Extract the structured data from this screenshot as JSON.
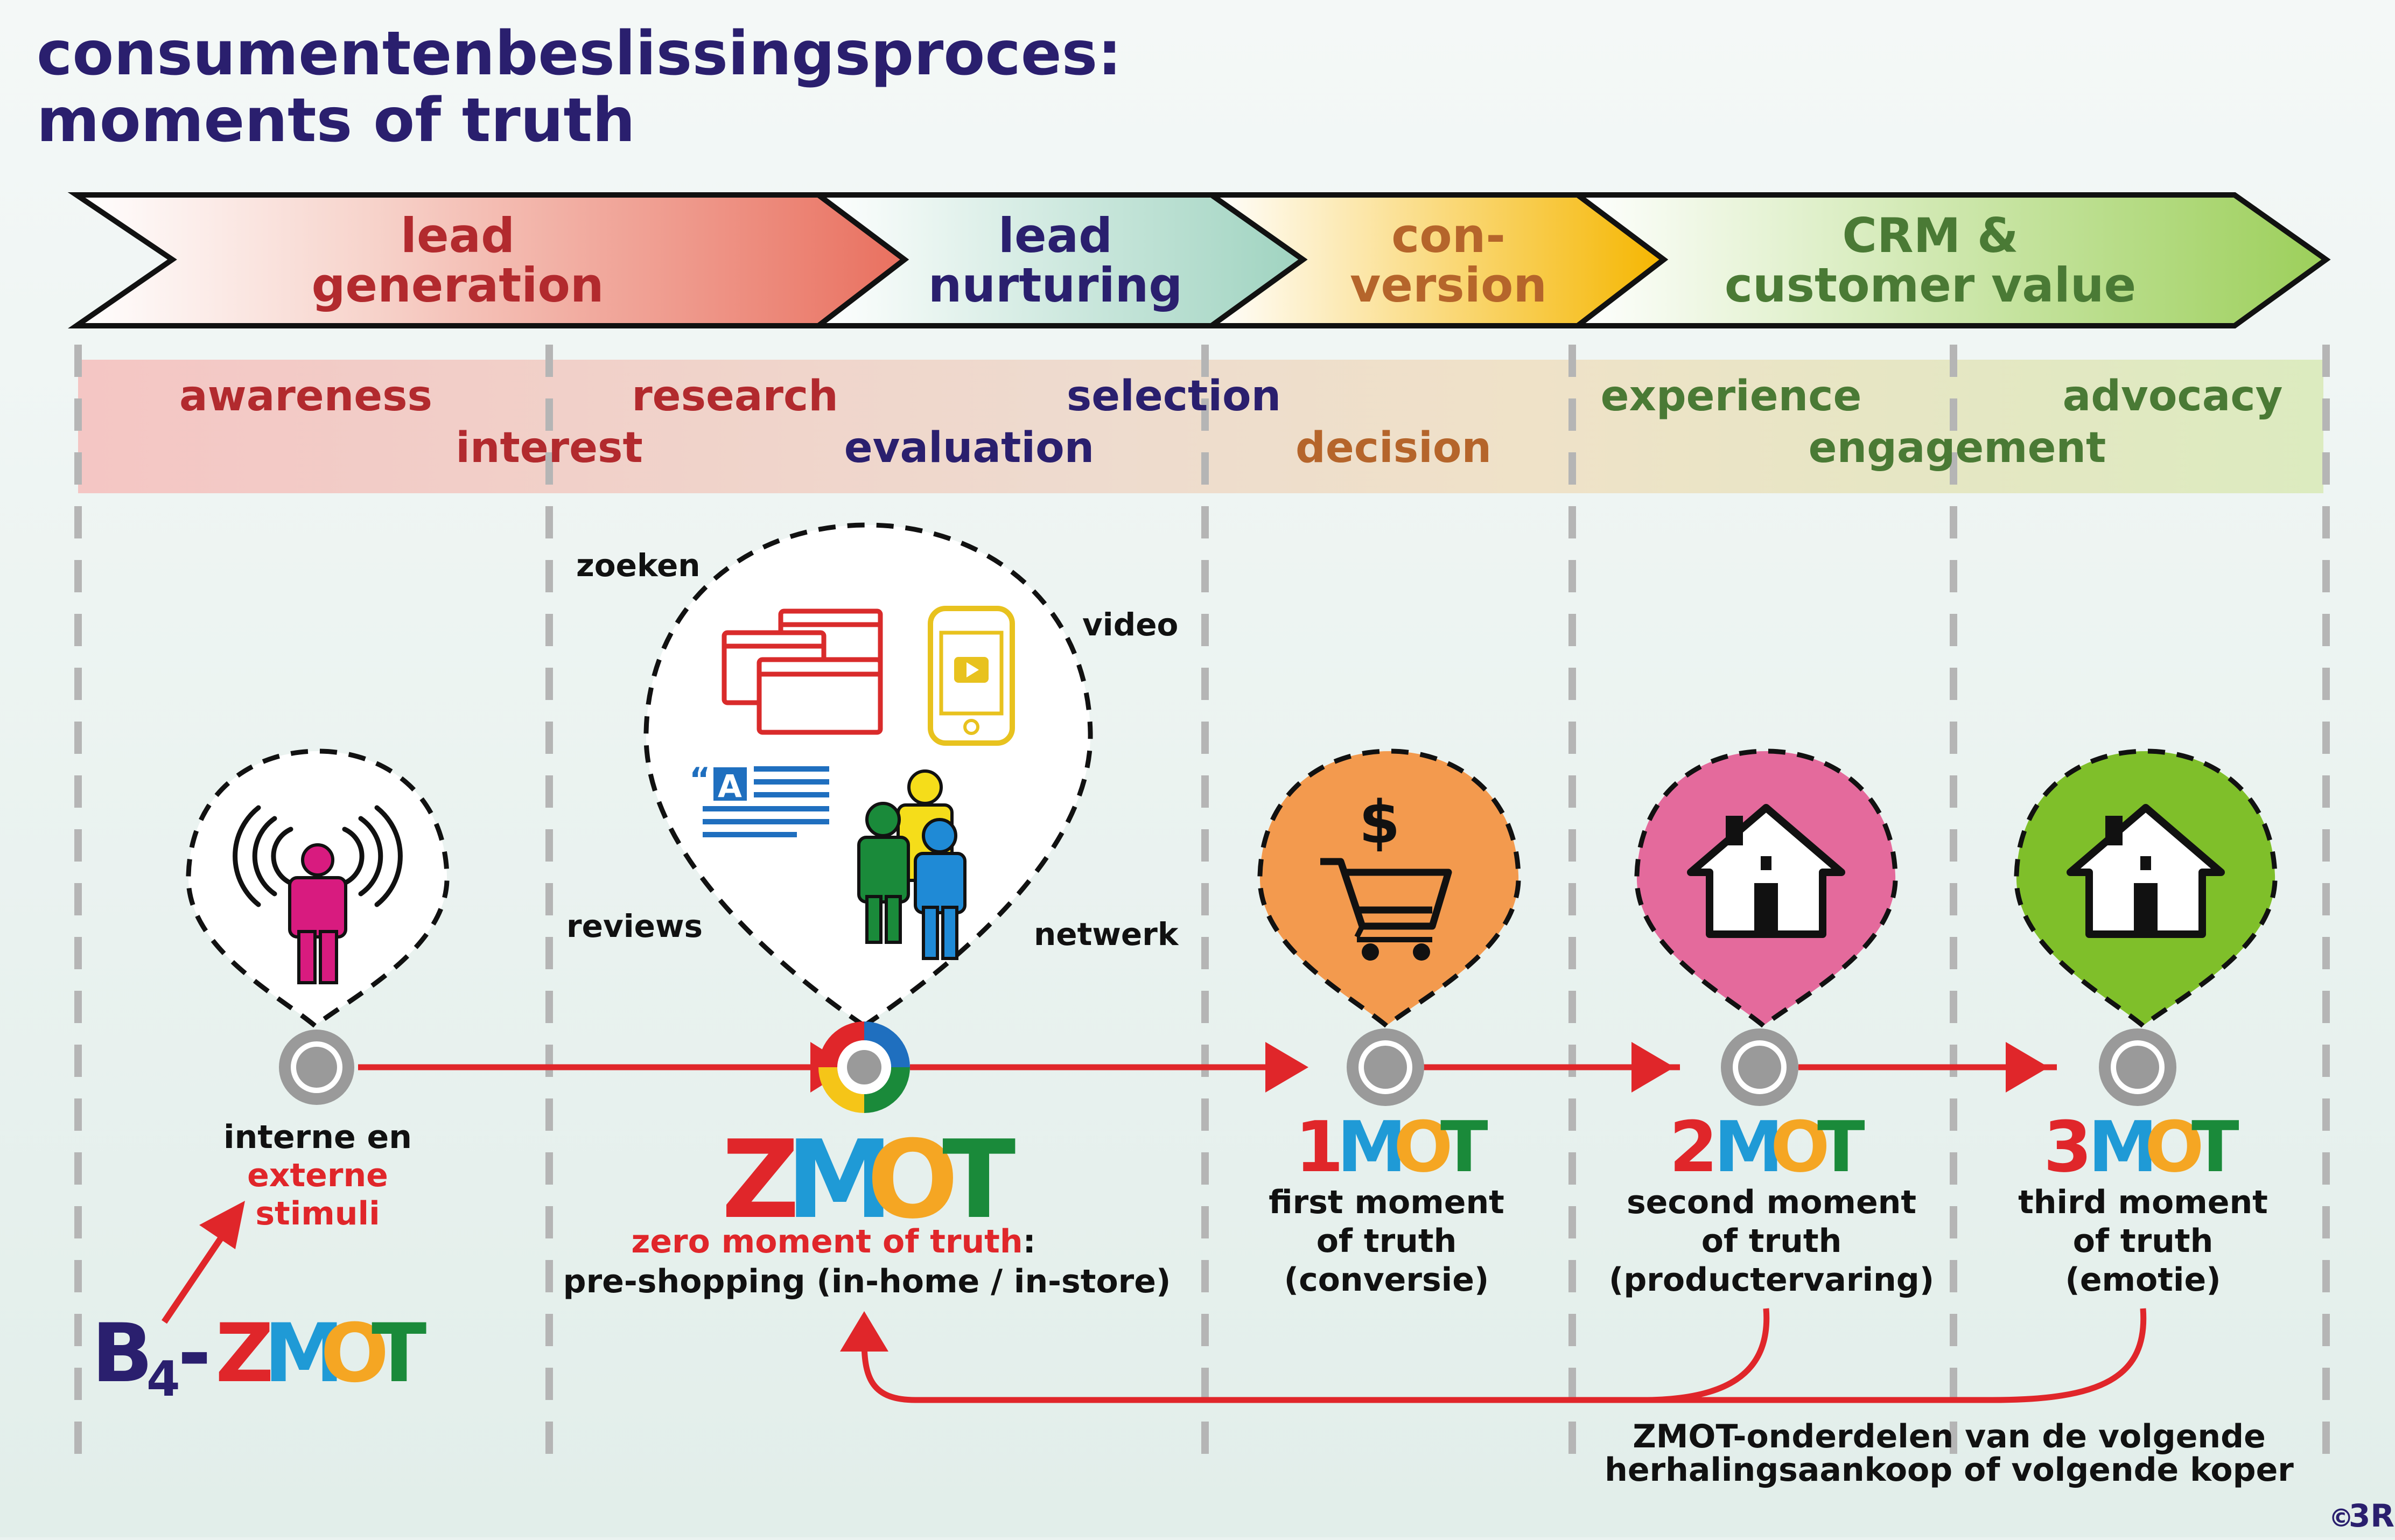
{
  "title": {
    "line1": "consumentenbeslissingsproces:",
    "line2": "moments of truth"
  },
  "phases": [
    {
      "line1": "lead",
      "line2": "generation",
      "color": "#b22a2e"
    },
    {
      "line1": "lead",
      "line2": "nurturing",
      "color": "#2a1f6e"
    },
    {
      "line1": "con-",
      "line2": "version",
      "color": "#b5652b"
    },
    {
      "line1": "CRM &",
      "line2": "customer value",
      "color": "#4a7a35"
    }
  ],
  "stages": {
    "awareness": "awareness",
    "interest": "interest",
    "research": "research",
    "evaluation": "evaluation",
    "selection": "selection",
    "decision": "decision",
    "experience": "experience",
    "engagement": "engagement",
    "advocacy": "advocacy"
  },
  "zmot_bubble": {
    "zoeken": "zoeken",
    "video": "video",
    "reviews": "reviews",
    "netwerk": "netwerk"
  },
  "stimuli": {
    "line1": "interne en",
    "line2": "externe",
    "line3": "stimuli"
  },
  "b4": {
    "b": "B",
    "sub": "4",
    "dash": "-",
    "z": "Z",
    "m": "M",
    "o": "O",
    "t": "T"
  },
  "zmot": {
    "logo": {
      "z": "Z",
      "m": "M",
      "o": "O",
      "t": "T"
    },
    "subtitle_red": "zero moment of truth",
    "subtitle_colon": ":",
    "subtitle2": "pre-shopping (in-home / in-store)"
  },
  "mot1": {
    "num": "1",
    "m": "M",
    "o": "O",
    "t": "T",
    "line1": "first moment",
    "line2": "of truth",
    "line3": "(conversie)"
  },
  "mot2": {
    "num": "2",
    "m": "M",
    "o": "O",
    "t": "T",
    "line1": "second moment",
    "line2": "of truth",
    "line3": "(productervaring)"
  },
  "mot3": {
    "num": "3",
    "m": "M",
    "o": "O",
    "t": "T",
    "line1": "third moment",
    "line2": "of truth",
    "line3": "(emotie)"
  },
  "cart_symbol": "$",
  "loop_caption": {
    "line1": "ZMOT-onderdelen van de volgende",
    "line2": "herhalingsaankoop of volgende koper"
  },
  "copyright": {
    "symbol": "©",
    "brand": "3R"
  },
  "colors": {
    "title": "#2a1f6e",
    "red": "#e0262a",
    "blue": "#1f9ad6",
    "yellow": "#f5a623",
    "green": "#1a8a3a",
    "orange_pin": "#f39a4e",
    "pink_pin": "#e46a9c",
    "green_pin": "#7fbf2a"
  }
}
